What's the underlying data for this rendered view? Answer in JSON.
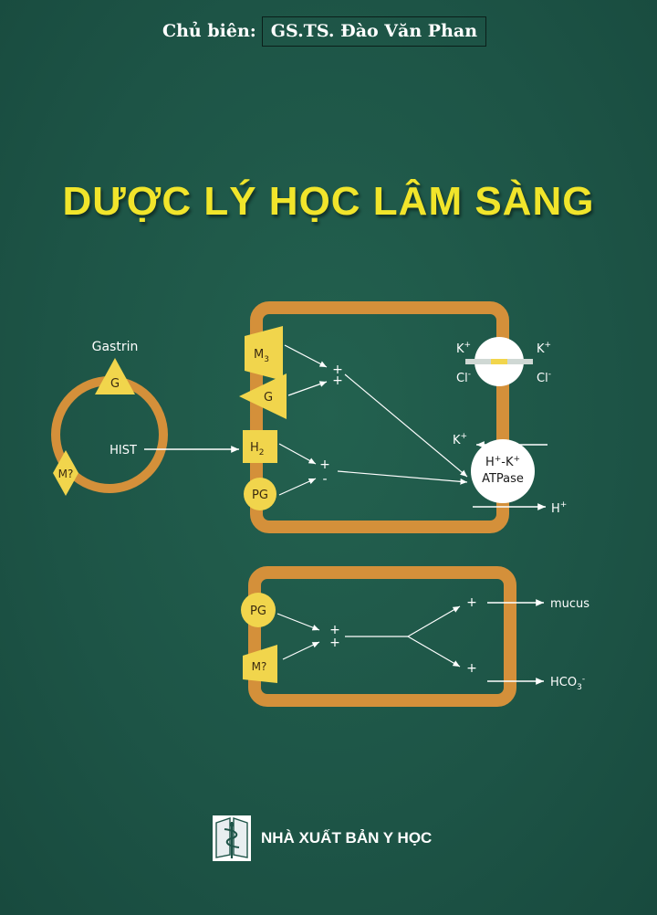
{
  "cover": {
    "editor_label": "Chủ biên:",
    "editor_name": "GS.TS. Đào Văn Phan",
    "title": "DƯỢC LÝ HỌC LÂM SÀNG",
    "publisher": "NHÀ XUẤT BẢN Y HỌC"
  },
  "diagram": {
    "gastrin": "Gastrin",
    "g": "G",
    "hist": "HIST",
    "m_question": "M?",
    "m3_base": "M",
    "m3_sub": "3",
    "h2_base": "H",
    "h2_sub": "2",
    "pg": "PG",
    "plus": "+",
    "minus": "-",
    "k": "K",
    "cl": "Cl",
    "sup_plus": "+",
    "sup_minus": "-",
    "h": "H",
    "atpase": "ATPase",
    "mucus": "mucus",
    "hco3_base": "HCO",
    "hco3_sub": "3",
    "hco3_sup": "-"
  },
  "colors": {
    "background": "#1e5448",
    "title": "#f1e52b",
    "cell_wall": "#d4903a",
    "receptor": "#f1d54c"
  }
}
